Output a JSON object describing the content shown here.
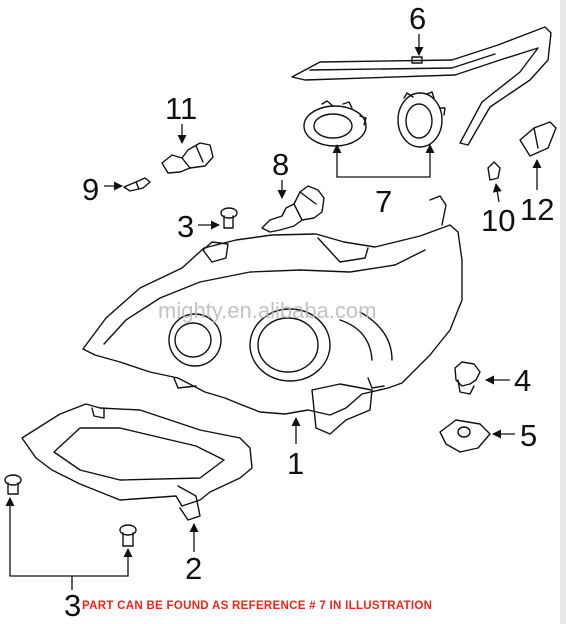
{
  "diagram": {
    "callouts": [
      {
        "id": "c1",
        "text": "1"
      },
      {
        "id": "c2",
        "text": "2"
      },
      {
        "id": "c3a",
        "text": "3"
      },
      {
        "id": "c3b",
        "text": "3"
      },
      {
        "id": "c4",
        "text": "4"
      },
      {
        "id": "c5",
        "text": "5"
      },
      {
        "id": "c6",
        "text": "6"
      },
      {
        "id": "c7",
        "text": "7"
      },
      {
        "id": "c8",
        "text": "8"
      },
      {
        "id": "c9",
        "text": "9"
      },
      {
        "id": "c10",
        "text": "10"
      },
      {
        "id": "c11",
        "text": "11"
      },
      {
        "id": "c12",
        "text": "12"
      }
    ],
    "watermark": "mighty.en.alibaba.com",
    "footnote": "PART CAN BE FOUND AS REFERENCE # 7 IN ILLUSTRATION"
  },
  "colors": {
    "line": "#111111",
    "footnote": "#e8251d",
    "watermark": "#b9b9b9"
  }
}
